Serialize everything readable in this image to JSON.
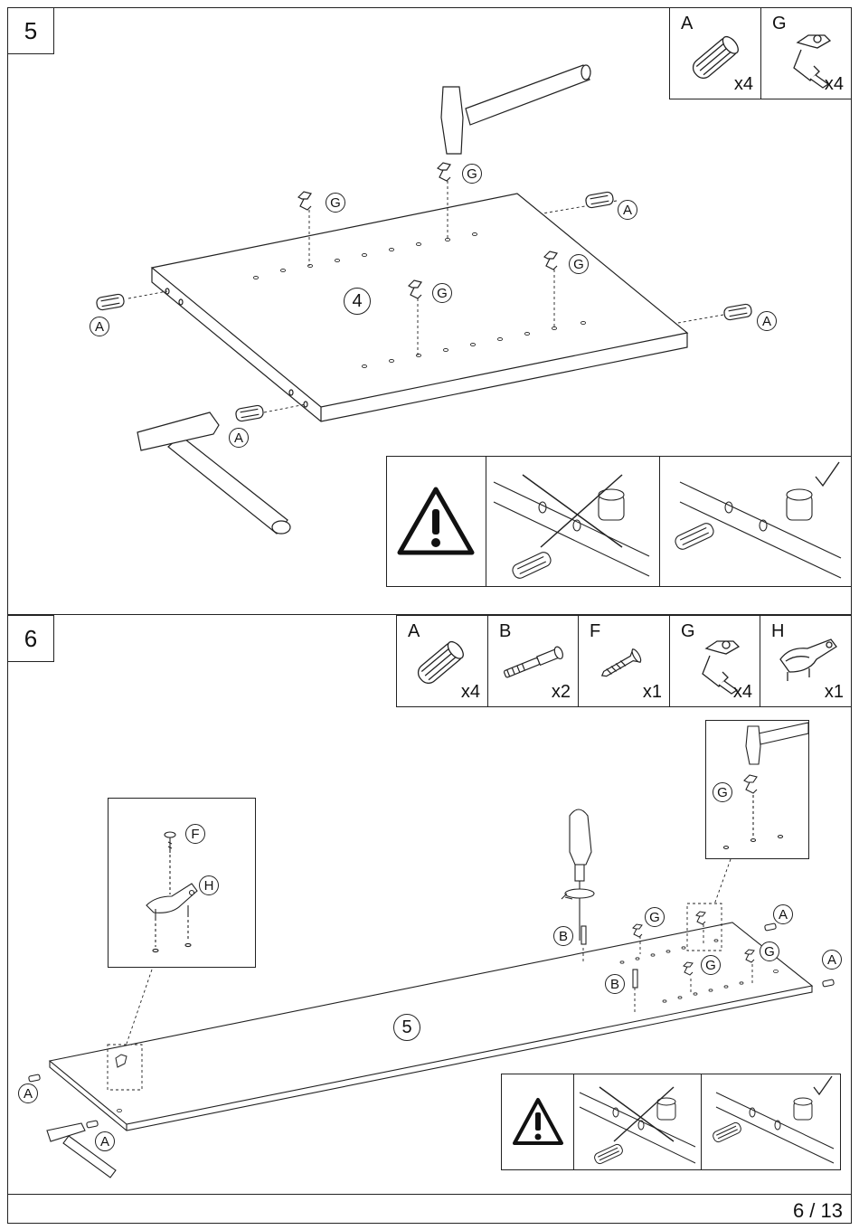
{
  "page": {
    "number": "6 / 13"
  },
  "step5": {
    "number": "5",
    "panel_label": "4",
    "parts": [
      {
        "letter": "A",
        "qty": "x4",
        "icon": "dowel-icon"
      },
      {
        "letter": "G",
        "qty": "x4",
        "icon": "shelf-support-icon"
      }
    ],
    "callouts": {
      "A": "A",
      "G": "G"
    }
  },
  "step6": {
    "number": "6",
    "panel_label": "5",
    "parts": [
      {
        "letter": "A",
        "qty": "x4",
        "icon": "dowel-icon"
      },
      {
        "letter": "B",
        "qty": "x2",
        "icon": "cam-bolt-icon"
      },
      {
        "letter": "F",
        "qty": "x1",
        "icon": "screw-icon"
      },
      {
        "letter": "G",
        "qty": "x4",
        "icon": "shelf-support-icon"
      },
      {
        "letter": "H",
        "qty": "x1",
        "icon": "bracket-icon"
      }
    ],
    "callouts": {
      "A": "A",
      "B": "B",
      "F": "F",
      "G": "G",
      "H": "H"
    }
  }
}
